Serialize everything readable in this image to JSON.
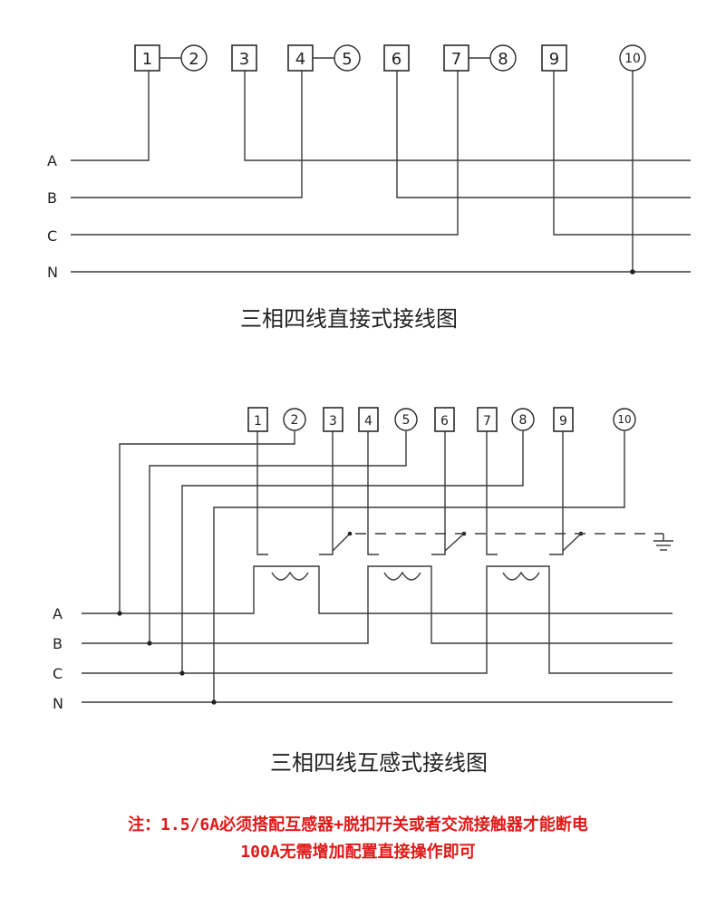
{
  "top": {
    "terminals": [
      "1",
      "2",
      "3",
      "4",
      "5",
      "6",
      "7",
      "8",
      "9",
      "10"
    ],
    "phases": [
      "A",
      "B",
      "C",
      "N"
    ],
    "title": "三相四线直接式接线图"
  },
  "bottom": {
    "terminals": [
      "1",
      "2",
      "3",
      "4",
      "5",
      "6",
      "7",
      "8",
      "9",
      "10"
    ],
    "phases": [
      "A",
      "B",
      "C",
      "N"
    ],
    "title": "三相四线互感式接线图"
  },
  "note": {
    "line1": "注：1.5/6A必须搭配互感器+脱扣开关或者交流接触器才能断电",
    "line2": "100A无需增加配置直接操作即可"
  },
  "colors": {
    "note": "#e01818",
    "line": "#3a3a3a"
  }
}
